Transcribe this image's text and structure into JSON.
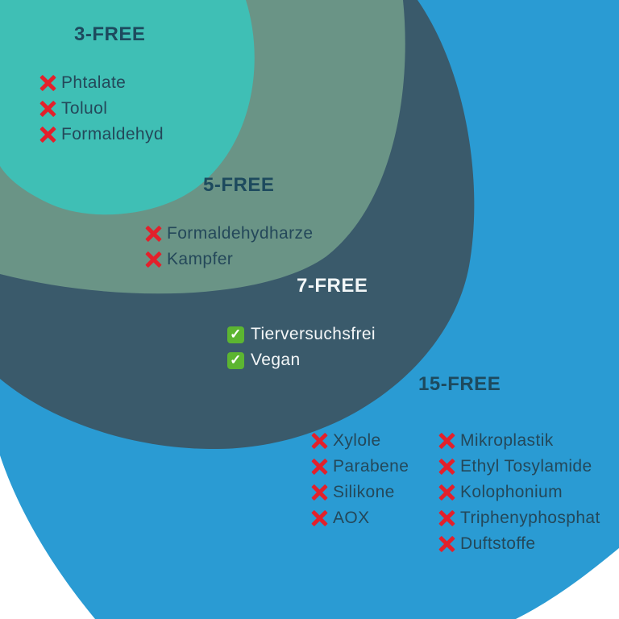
{
  "colors": {
    "outer": "#2a9bd3",
    "seven": "#3a5a6b",
    "five": "#6a9486",
    "three": "#3fbfb5",
    "cross": "#e3202b",
    "check": "#5cb531"
  },
  "levels": [
    {
      "title": "3-FREE",
      "items": [
        "Phtalate",
        "Toluol",
        "Formaldehyd"
      ]
    },
    {
      "title": "5-FREE",
      "items": [
        "Formaldehydharze",
        "Kampfer"
      ]
    },
    {
      "title": "7-FREE",
      "items": [
        "Tierversuchsfrei",
        "Vegan"
      ]
    },
    {
      "title": "15-FREE",
      "items_col1": [
        "Xylole",
        "Parabene",
        "Silikone",
        "AOX"
      ],
      "items_col2": [
        "Mikroplastik",
        "Ethyl Tosylamide",
        "Kolophonium",
        "Triphenyphosphat",
        "Duftstoffe"
      ]
    }
  ],
  "icons": {
    "excluded": "cross-mark-icon",
    "included": "check-mark-icon"
  }
}
